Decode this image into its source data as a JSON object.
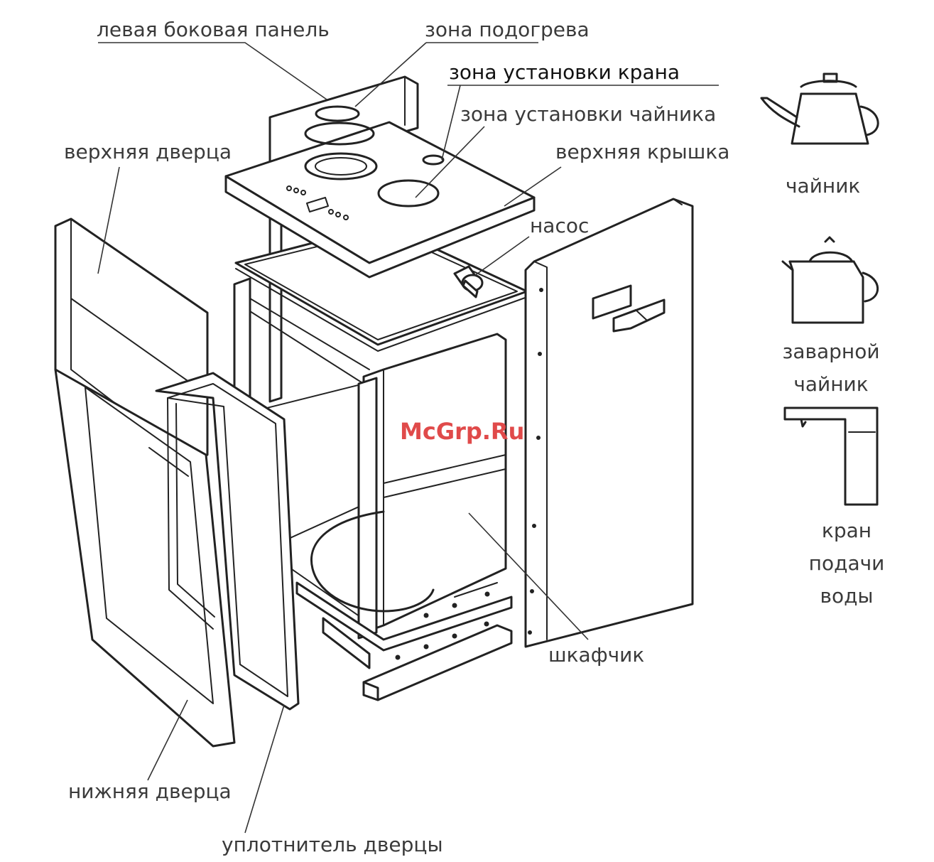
{
  "labels": {
    "left_side_panel": "левая боковая панель",
    "heating_zone": "зона подогрева",
    "tap_zone": "зона установки крана",
    "kettle_zone": "зона установки чайника",
    "upper_door": "верхняя дверца",
    "top_cover": "верхняя крышка",
    "pump": "насос",
    "cabinet": "шкафчик",
    "lower_door": "нижняя дверца",
    "door_seal": "уплотнитель дверцы"
  },
  "legend": {
    "kettle": "чайник",
    "brew_kettle_line1": "заварной",
    "brew_kettle_line2": "чайник",
    "tap_line1": "кран",
    "tap_line2": "подачи",
    "tap_line3": "воды"
  },
  "watermark": "McGrp.Ru",
  "colors": {
    "line": "#222222",
    "label": "#3a3a3a",
    "watermark": "#e04a4a"
  }
}
